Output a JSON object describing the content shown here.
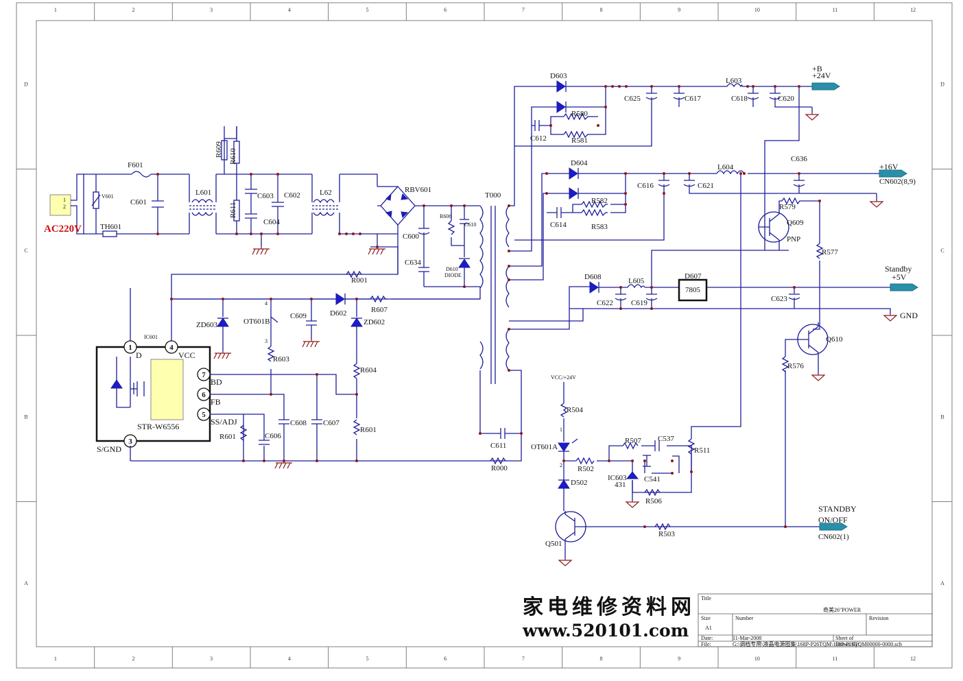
{
  "border": {
    "col_numbers": [
      "1",
      "2",
      "3",
      "4",
      "5",
      "6",
      "7",
      "8",
      "9",
      "10",
      "11",
      "12"
    ],
    "row_letters": [
      "D",
      "C",
      "B",
      "A"
    ]
  },
  "input": {
    "label": "AC220V",
    "connector_pins": [
      "1",
      "2"
    ],
    "varistor": "V601",
    "fuse": "F601",
    "thermistor": "TH601",
    "color": "#cc1111"
  },
  "components": {
    "C601": "C601",
    "L601": "L601",
    "R609": "R609",
    "R610": "R610",
    "R611": "R611",
    "C603": "C603",
    "C604": "C604",
    "C602": "C602",
    "L62": "L62",
    "RBV601": "RBV601",
    "C600": "C600",
    "C634": "C634",
    "R606": "R606",
    "C610": "C610",
    "D610": "D610",
    "D610_type": "DIODE",
    "T000": "T000",
    "R001": "R001",
    "ZD603": "ZD603",
    "OT601B": "OT601B",
    "C609": "C609",
    "D602": "D602",
    "R607": "R607",
    "ZD602": "ZD602",
    "R603": "R603",
    "R604": "R604",
    "R601a": "R601",
    "R601b": "R601",
    "C606": "C606",
    "C608": "C608",
    "C607": "C607",
    "C611": "C611",
    "R000": "R000",
    "D603": "D603",
    "R580": "R580",
    "R581": "R581",
    "C612": "C612",
    "C625": "C625",
    "C617": "C617",
    "L603": "L603",
    "C618": "C618",
    "C620": "C620",
    "D604": "D604",
    "R582": "R582",
    "R583": "R583",
    "C614": "C614",
    "C616": "C616",
    "C621": "C621",
    "L604": "L604",
    "C636": "C636",
    "R579": "R579",
    "Q609": "Q609",
    "Q609_type": "PNP",
    "R577": "R577",
    "D608": "D608",
    "L605": "L605",
    "C622": "C622",
    "C619": "C619",
    "D607": "D607",
    "D607_part": "7805",
    "C623": "C623",
    "Q610": "Q610",
    "R576": "R576",
    "R504": "R504",
    "OT601A": "OT601A",
    "R502": "R502",
    "R507": "R507",
    "C537": "C537",
    "R511": "R511",
    "C541": "C541",
    "IC603": "IC603",
    "IC603_part": "431",
    "R506": "R506",
    "D502": "D502",
    "Q501": "Q501",
    "R503": "R503",
    "vcc_label": "VCC/+24V"
  },
  "ic601": {
    "ref": "IC601",
    "part": "STR-W6556",
    "pins": [
      {
        "num": "1",
        "name": "D"
      },
      {
        "num": "4",
        "name": "VCC"
      },
      {
        "num": "7",
        "name": "BD"
      },
      {
        "num": "6",
        "name": "FB"
      },
      {
        "num": "5",
        "name": "SS/ADJ"
      },
      {
        "num": "3",
        "name": "S/GND"
      }
    ]
  },
  "ot601b_pins": [
    "4",
    "3"
  ],
  "ot601a_pins": [
    "1",
    "2"
  ],
  "outputs": {
    "plus_b": "+B",
    "plus_24v": "+24V",
    "plus_16v": "+16V",
    "cn602_89": "CN602(8,9)",
    "standby": "Standby",
    "plus_5v": "+5V",
    "gnd": "GND",
    "standby_onoff_1": "STANDBY",
    "standby_onoff_2": "ON/OFF",
    "cn602_1": "CN602(1)"
  },
  "title_block": {
    "title_label": "Title",
    "title_value": "奇美26\"POWER",
    "size_label": "Size",
    "size_value": "A1",
    "number_label": "Number",
    "revision_label": "Revision",
    "date_label": "Date:",
    "date_value": "11-Mar-2008",
    "sheet_label": "Sheet    of",
    "drawn_by": "Drawn By:",
    "file_label": "File:",
    "file_value": "G:\\调档专用\\液晶电源图集\\168P-P26TQM\\168P-P26TQM00000-0000.sch"
  },
  "watermark": {
    "line1": "家电维修资料网",
    "line2": "www.520101.com"
  }
}
